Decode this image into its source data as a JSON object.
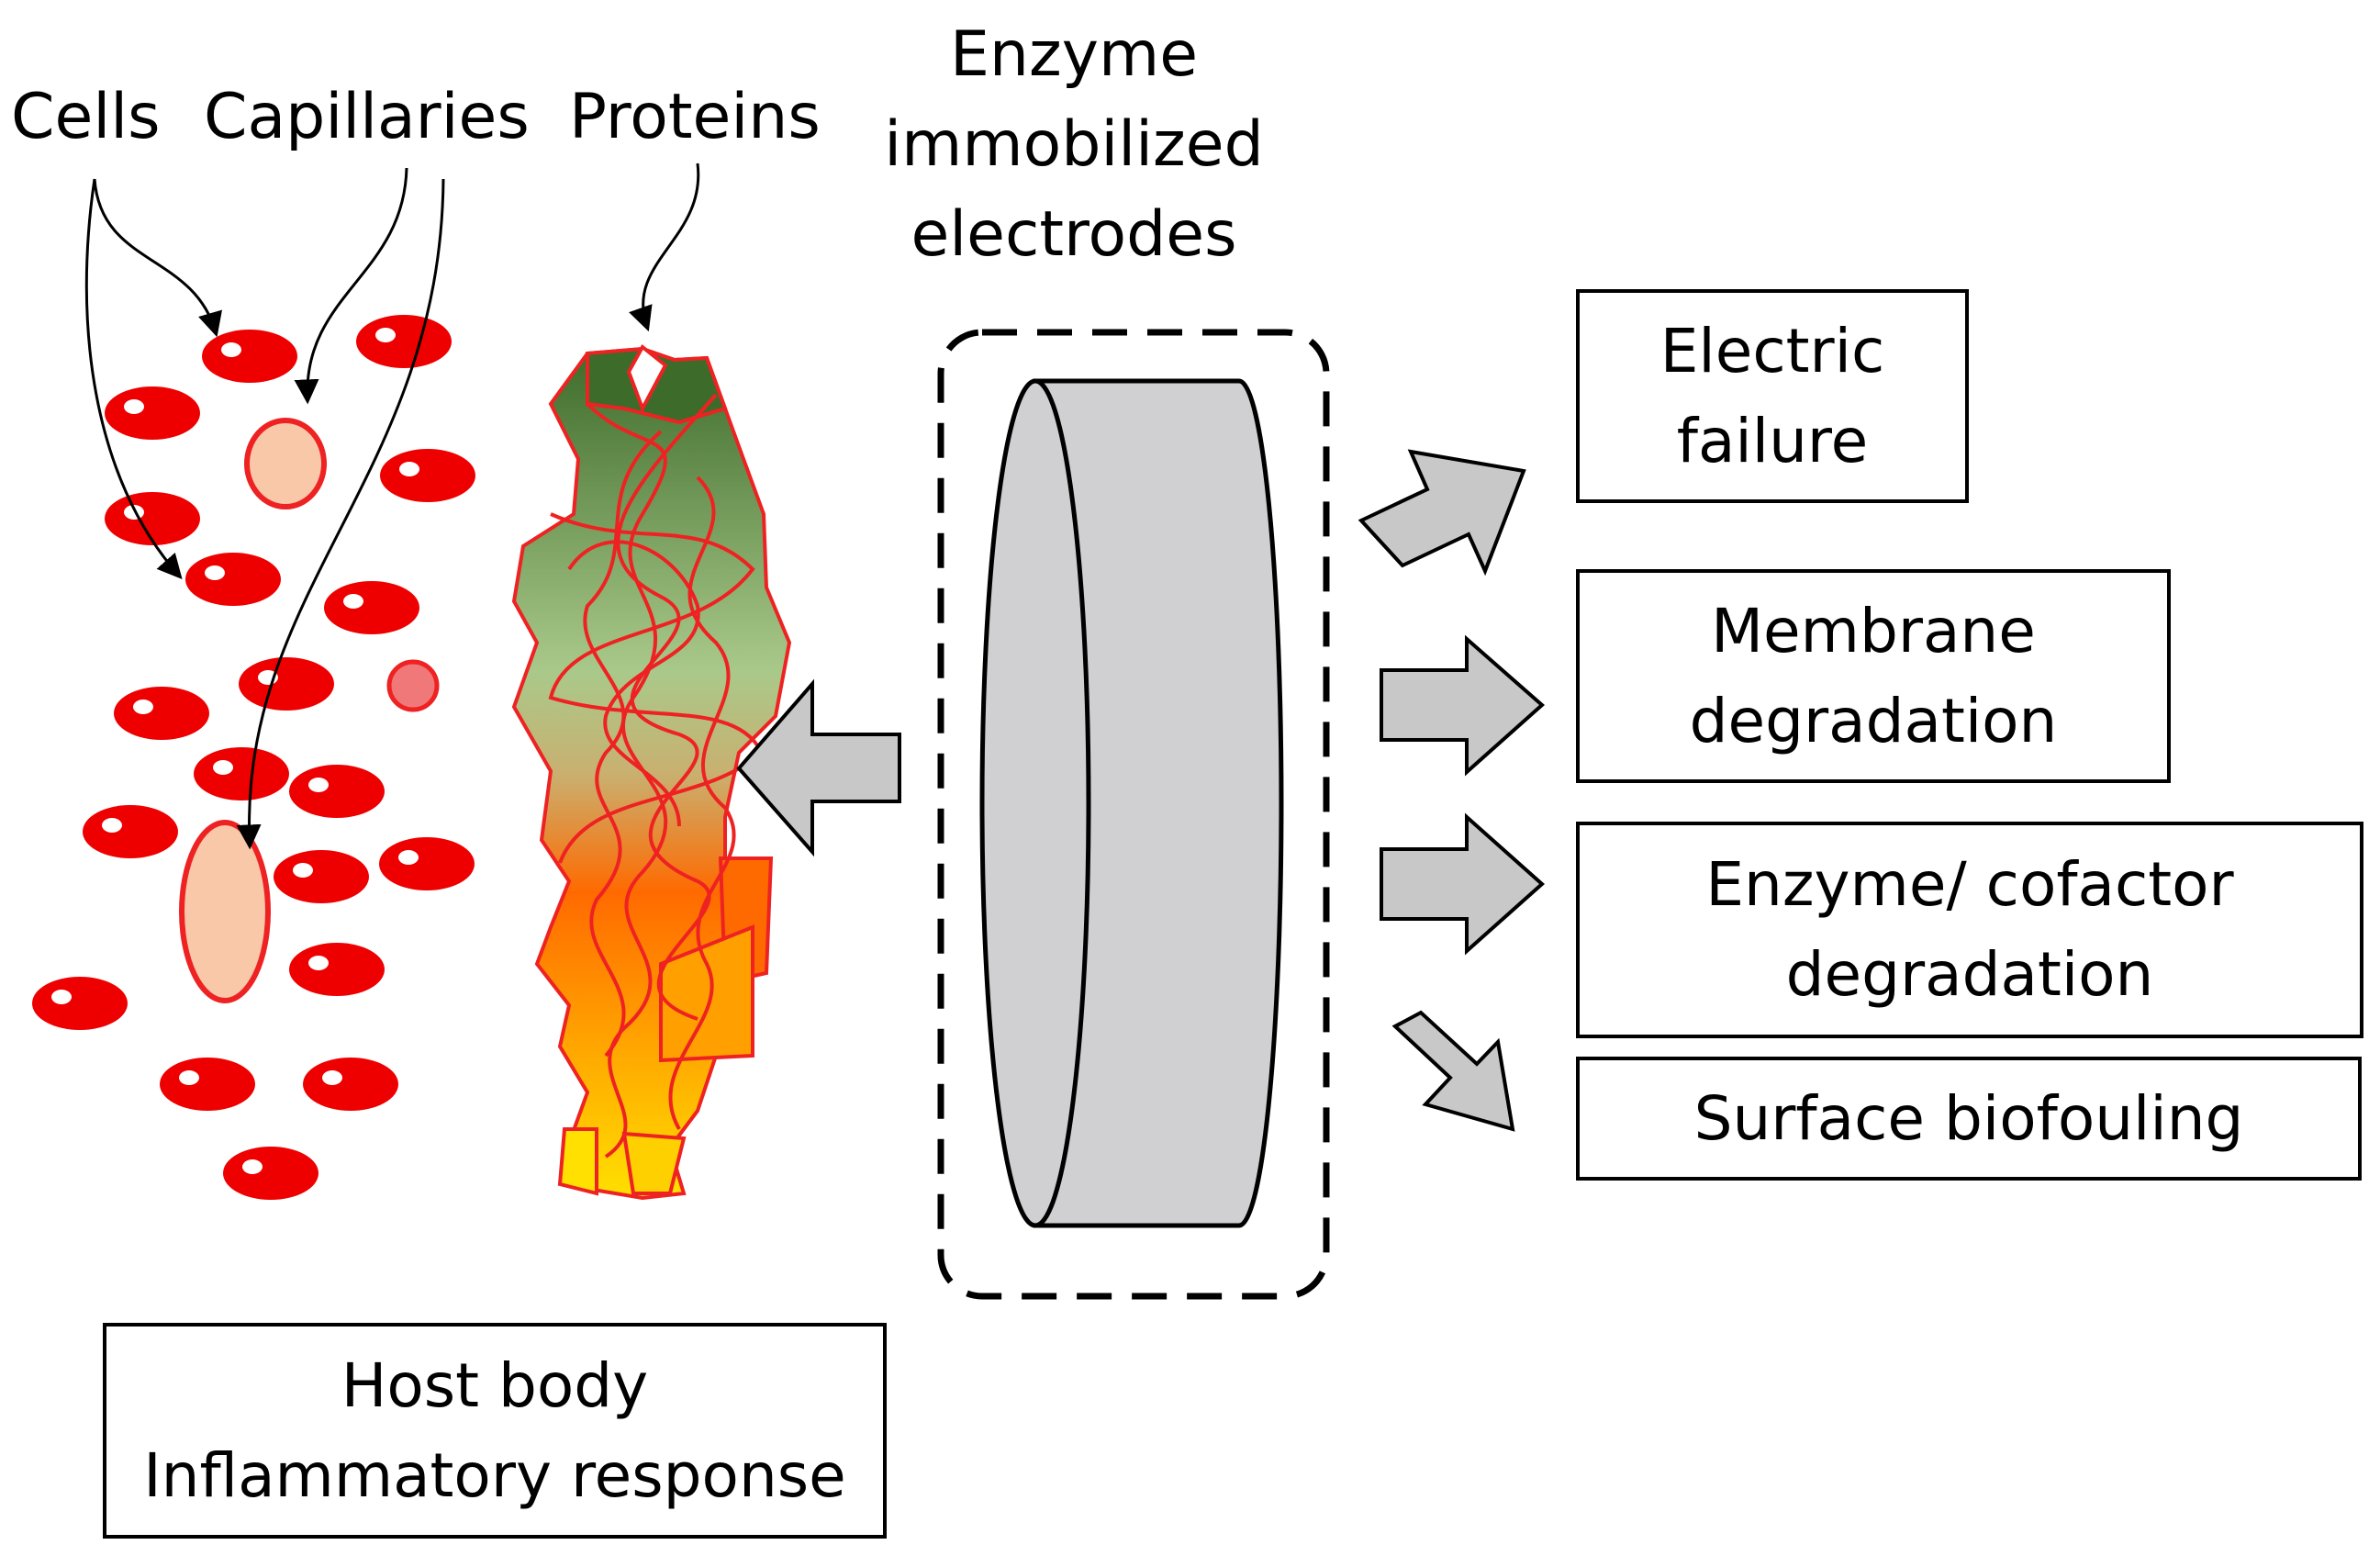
{
  "labels": {
    "cells": "Cells",
    "capillaries": "Capillaries",
    "proteins": "Proteins",
    "electrode_line1": "Enzyme",
    "electrode_line2": "immobilized",
    "electrode_line3": "electrodes"
  },
  "boxes": {
    "electric_failure": [
      "Electric",
      "failure"
    ],
    "membrane_degradation": [
      "Membrane",
      "degradation"
    ],
    "enzyme_cofactor_degradation": [
      "Enzyme/ cofactor",
      "degradation"
    ],
    "surface_biofouling": [
      "Surface biofouling"
    ],
    "host_body": [
      "Host body",
      "Inflammatory response"
    ]
  },
  "colors": {
    "cell_red": "#ee0000",
    "capillary_fill": "#f8c8a8",
    "capillary_stroke": "#ee2222",
    "arrow_fill": "#c8c8c8",
    "electrode_fill": "#d0cfd2",
    "protein_top": "#3d6b2a",
    "protein_mid": "#a9c98a",
    "protein_low": "#ff6a00",
    "protein_bottom": "#ffe000"
  },
  "icons": {
    "electrode": "cylinder-disc",
    "cell": "red-blood-cell",
    "arrow": "block-arrow"
  }
}
